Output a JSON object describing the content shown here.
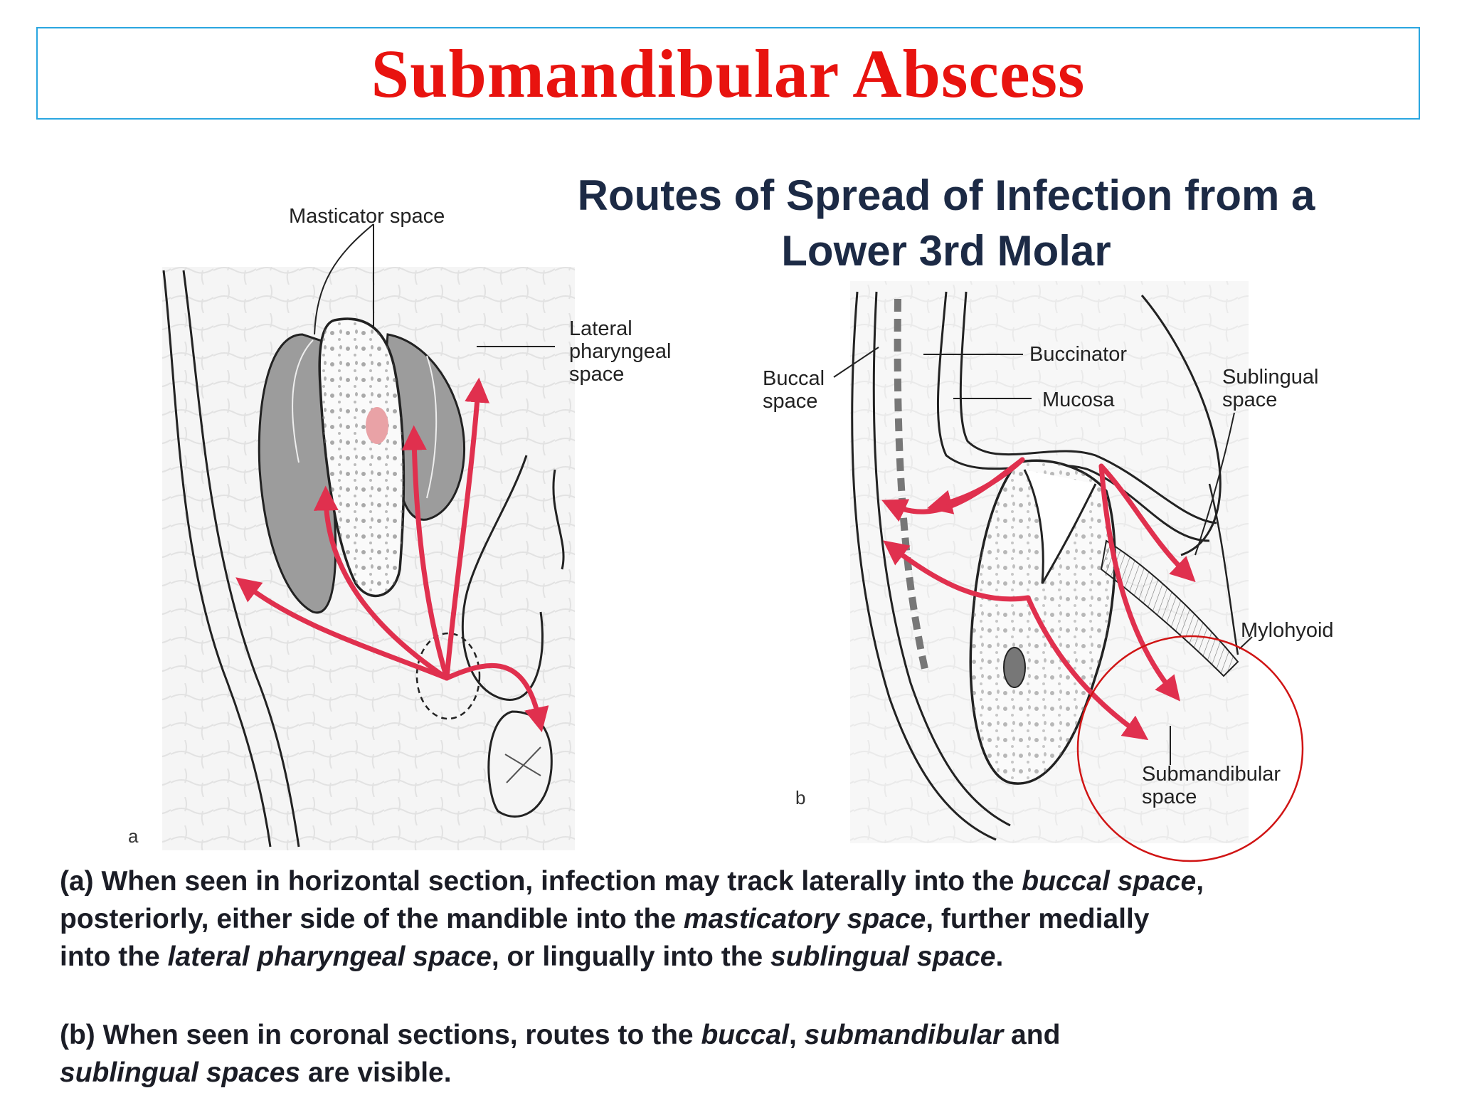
{
  "slide": {
    "title": "Submandibular Abscess"
  },
  "figure": {
    "title_line1": "Routes of Spread of Infection from a",
    "title_line2": "Lower 3rd Molar",
    "panel_a_letter": "a",
    "panel_b_letter": "b",
    "labels": {
      "masticator_space": "Masticator space",
      "lateral_pharyngeal": "Lateral\npharyngeal\nspace",
      "buccinator": "Buccinator",
      "buccal_space": "Buccal\nspace",
      "mucosa": "Mucosa",
      "sublingual_space": "Sublingual\nspace",
      "mylohyoid": "Mylohyoid",
      "submandibular_space": "Submandibular\nspace"
    },
    "colors": {
      "arrow": "#e0304e",
      "highlight_circle": "#d01414",
      "bone_gray": "#9a9a9a"
    }
  },
  "caption": {
    "a": {
      "p1": "(a) When seen in horizontal section, infection may track laterally into the ",
      "i1": "buccal space",
      "p2": ",",
      "p3": "posteriorly, either side of the mandible into the ",
      "i2": "masticatory space",
      "p4": ", further medially",
      "p5": "into the ",
      "i3": "lateral pharyngeal space",
      "p6": ", or lingually into the ",
      "i4": "sublingual space",
      "p7": "."
    },
    "b": {
      "p1": "(b) When seen in coronal sections, routes to the ",
      "i1": "buccal",
      "p2": ", ",
      "i2": "submandibular",
      "p3": " and",
      "i3": "sublingual spaces",
      "p4": " are visible."
    }
  }
}
